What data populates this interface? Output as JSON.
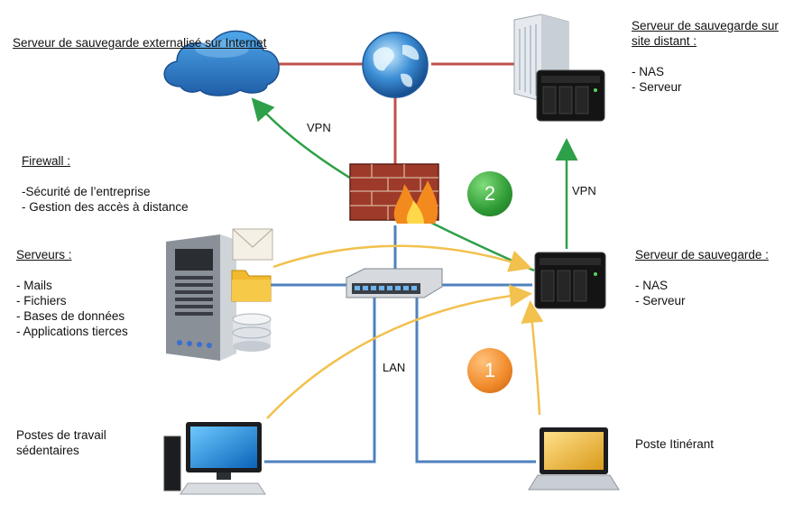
{
  "labels": {
    "cloud_title": "Serveur de sauvegarde externalisé sur Internet",
    "remote_title": "Serveur de sauvegarde sur site distant :",
    "remote_items": [
      "- NAS",
      "- Serveur"
    ],
    "firewall_title": "Firewall :",
    "firewall_items": [
      "-Sécurité de l’entreprise",
      "- Gestion des accès à distance"
    ],
    "servers_title": "Serveurs :",
    "servers_items": [
      "- Mails",
      "- Fichiers",
      "- Bases de données",
      "- Applications tierces"
    ],
    "backup_title": "Serveur de sauvegarde :",
    "backup_items": [
      "- NAS",
      "- Serveur"
    ],
    "workstations_title": "Postes de travail sédentaires",
    "laptop_title": "Poste  Itinérant"
  },
  "links": {
    "vpn_left": "VPN",
    "vpn_right": "VPN",
    "lan": "LAN"
  },
  "badges": {
    "two": "2",
    "one": "1"
  },
  "colors": {
    "internet_link": "#c0504d",
    "lan_link": "#4f81bd",
    "vpn_arrow": "#2ea049",
    "backup_arrow": "#f2c14e"
  },
  "icons": [
    "cloud-icon",
    "globe-icon",
    "datacenter-icon",
    "nas-icon",
    "firewall-icon",
    "tower-server-icon",
    "mail-icon",
    "folder-icon",
    "database-icon",
    "switch-icon",
    "desktop-pc-icon",
    "laptop-icon"
  ]
}
